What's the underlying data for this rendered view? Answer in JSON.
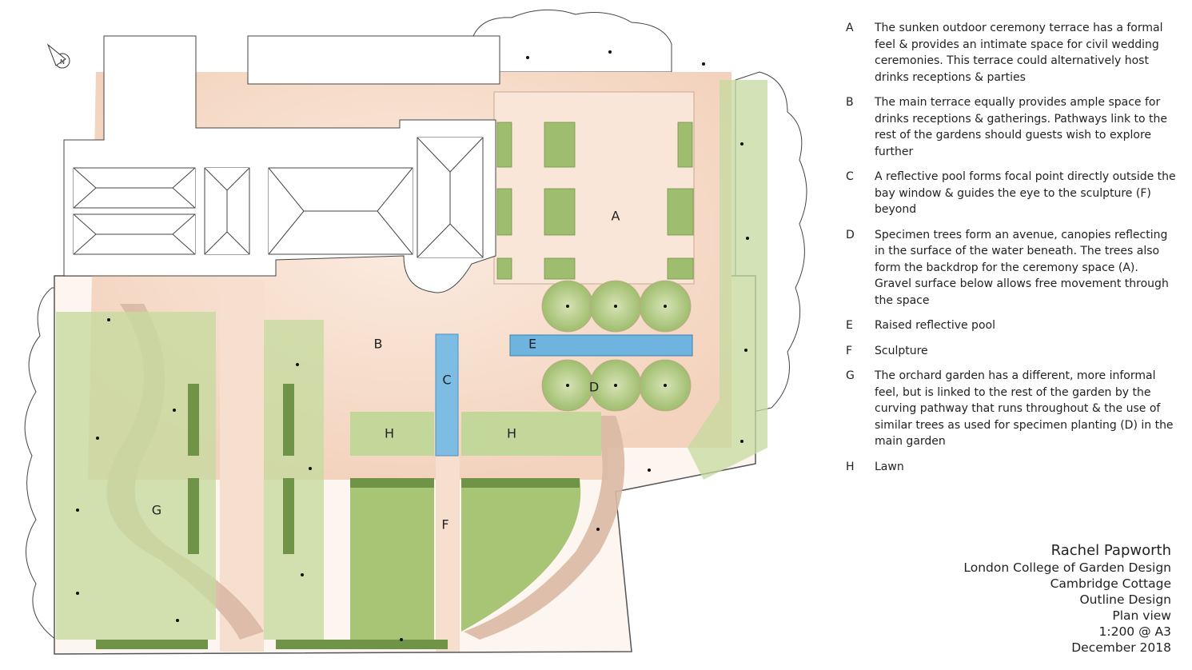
{
  "plan": {
    "labels": {
      "A": "A",
      "B": "B",
      "C": "C",
      "D": "D",
      "E": "E",
      "F": "F",
      "G": "G",
      "H1": "H",
      "H2": "H"
    },
    "icons": [
      "north-arrow-icon"
    ],
    "colors": {
      "terrace": "#f6dccb",
      "lawn": "#b8cf86",
      "hedge": "#6f9448",
      "water": "#6fb3df",
      "path": "#d9b9a4",
      "tree": "#bcd49a"
    }
  },
  "legend": {
    "items": [
      {
        "key": "A",
        "text": "The sunken outdoor  ceremony terrace has a formal feel & provides an intimate space for civil wedding ceremonies.  This terrace could alternatively host drinks receptions & parties"
      },
      {
        "key": "B",
        "text": "The main terrace equally provides ample space for drinks receptions & gatherings.  Pathways link to the rest of the gardens should guests wish to explore further"
      },
      {
        "key": "C",
        "text": "A reflective pool forms focal point directly outside the bay window & guides the eye to the sculpture (F) beyond"
      },
      {
        "key": "D",
        "text": "Specimen trees form an avenue, canopies reflecting in the surface of the water beneath.  The trees also form the backdrop for the ceremony space (A).  Gravel surface below allows free movement through the space"
      },
      {
        "key": "E",
        "text": "Raised reflective pool"
      },
      {
        "key": "F",
        "text": "Sculpture"
      },
      {
        "key": "G",
        "text": "The orchard garden has a different, more informal feel, but is linked to the rest of the garden by the curving pathway that runs throughout & the use of similar trees as used for specimen planting (D) in the main garden"
      },
      {
        "key": "H",
        "text": "Lawn"
      }
    ]
  },
  "titleblock": {
    "designer": "Rachel Papworth",
    "college": "London College of Garden Design",
    "project": "Cambridge Cottage",
    "stage": "Outline Design",
    "view": "Plan view",
    "scale": "1:200 @ A3",
    "date": "December 2018"
  }
}
